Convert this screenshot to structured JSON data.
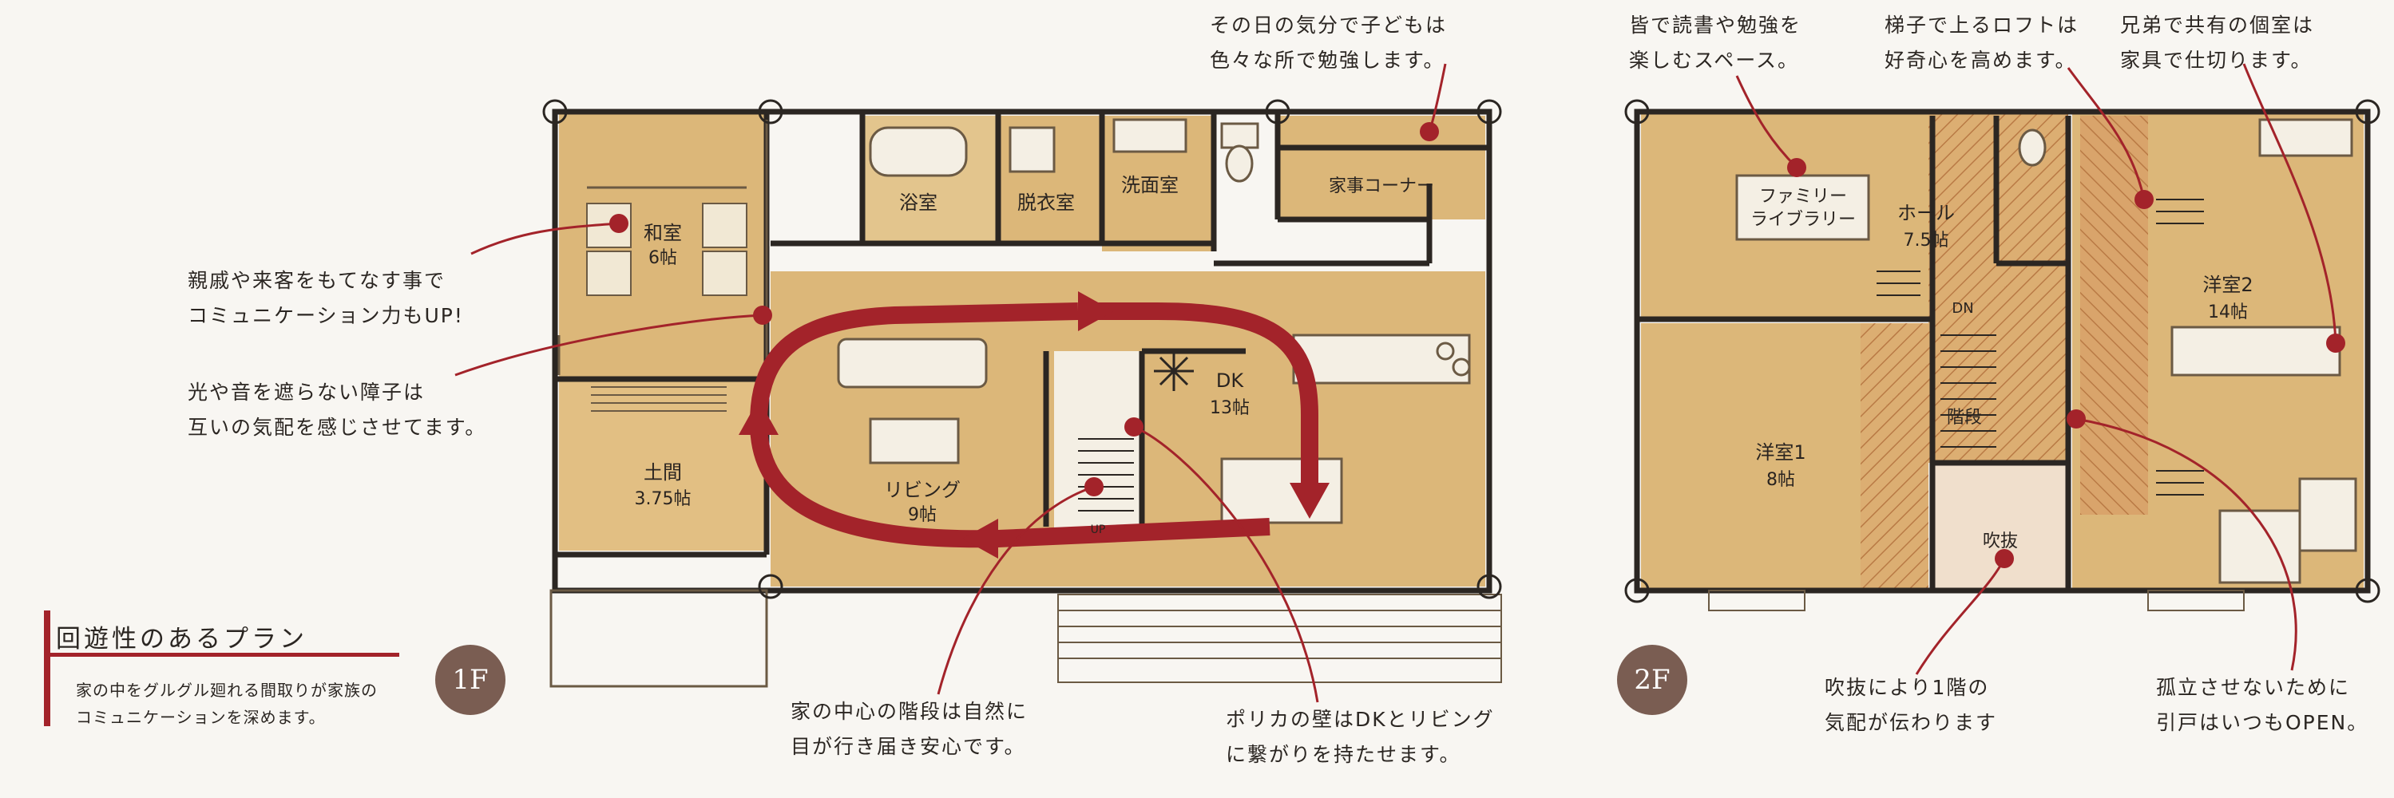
{
  "floors": {
    "first": {
      "badge": "1F",
      "rooms": {
        "washitsu": "和室",
        "washitsu_size": "6帖",
        "yokushitsu": "浴室",
        "datsuishitsu": "脱衣室",
        "senmenshitsu": "洗面室",
        "kaji_corner": "家事コーナー",
        "doma": "土間",
        "doma_size": "3.75帖",
        "living": "リビング",
        "living_size": "9帖",
        "dk": "DK",
        "dk_size": "13帖",
        "stair_up": "UP"
      }
    },
    "second": {
      "badge": "2F",
      "rooms": {
        "family_library_1": "ファミリー",
        "family_library_2": "ライブラリー",
        "hall": "ホール",
        "hall_size": "7.5帖",
        "dn": "DN",
        "yoshitsu2": "洋室2",
        "yoshitsu2_size": "14帖",
        "yoshitsu1": "洋室1",
        "yoshitsu1_size": "8帖",
        "kaidan": "階段",
        "fukinuke": "吹抜"
      }
    }
  },
  "notes": {
    "study": [
      "その日の気分で子どもは",
      "色々な所で勉強します。"
    ],
    "reading": [
      "皆で読書や勉強を",
      "楽しむスペース。"
    ],
    "loft": [
      "梯子で上るロフトは",
      "好奇心を高めます。"
    ],
    "shared_room": [
      "兄弟で共有の個室は",
      "家具で仕切ります。"
    ],
    "guests": [
      "親戚や来客をもてなす事で",
      "コミュニケーション力もUP!"
    ],
    "shoji": [
      "光や音を遮らない障子は",
      "互いの気配を感じさせてます。"
    ],
    "stairs": [
      "家の中心の階段は自然に",
      "目が行き届き安心です。"
    ],
    "polycarbonate": [
      "ポリカの壁はDKとリビング",
      "に繋がりを持たせます。"
    ],
    "fukinuke": [
      "吹抜により1階の",
      "気配が伝わります"
    ],
    "open_door": [
      "孤立させないために",
      "引戸はいつもOPEN。"
    ]
  },
  "legend": {
    "title": "回遊性のあるプラン",
    "description": [
      "家の中をグルグル廻れる間取りが家族の",
      "コミュニケーションを深めます。"
    ]
  },
  "colors": {
    "floor": "#dcb779",
    "floor_light": "#e8c990",
    "wall": "#2b2622",
    "accent_red": "#a3232a",
    "badge": "#7a5d52",
    "hatch": "#c88a4e"
  }
}
